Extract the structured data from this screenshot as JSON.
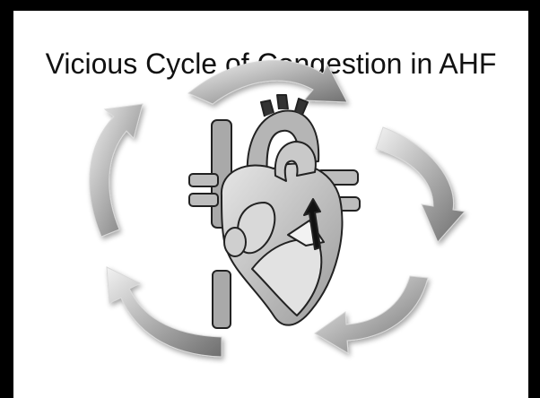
{
  "slide": {
    "title": "Vicious Cycle of Congestion in AHF"
  },
  "diagram": {
    "center_graphic": "heart-illustration",
    "cycle_direction": "clockwise",
    "arrow_count": 5
  },
  "colors": {
    "background": "#000000",
    "slide": "#ffffff",
    "arrow_fill": "#a8a8a8",
    "heart_fill": "#c8c8c8",
    "outline": "#222222"
  }
}
